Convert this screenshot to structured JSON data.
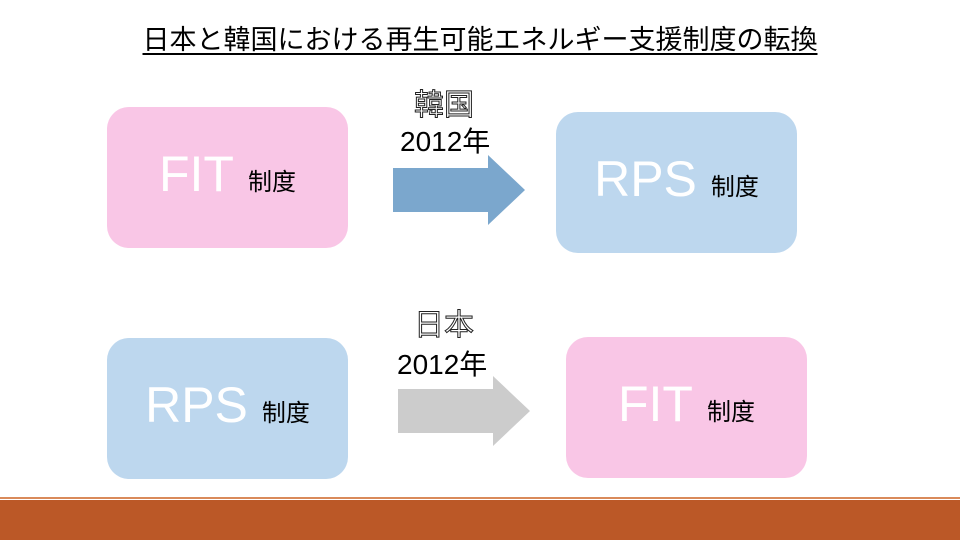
{
  "slide": {
    "title": "日本と韓国における再生可能エネルギー支援制度の転換"
  },
  "korea": {
    "country": "韓国",
    "year": "2012年",
    "from": {
      "name": "FIT",
      "suffix": "制度",
      "color": "#f9c6e6"
    },
    "to": {
      "name": "RPS",
      "suffix": "制度",
      "color": "#bdd7ee"
    },
    "arrow_color": "#7ba7cd"
  },
  "japan": {
    "country": "日本",
    "year": "2012年",
    "from": {
      "name": "RPS",
      "suffix": "制度",
      "color": "#bdd7ee"
    },
    "to": {
      "name": "FIT",
      "suffix": "制度",
      "color": "#f9c6e6"
    },
    "arrow_color": "#cccccc"
  },
  "footer_color": "#bb5827"
}
